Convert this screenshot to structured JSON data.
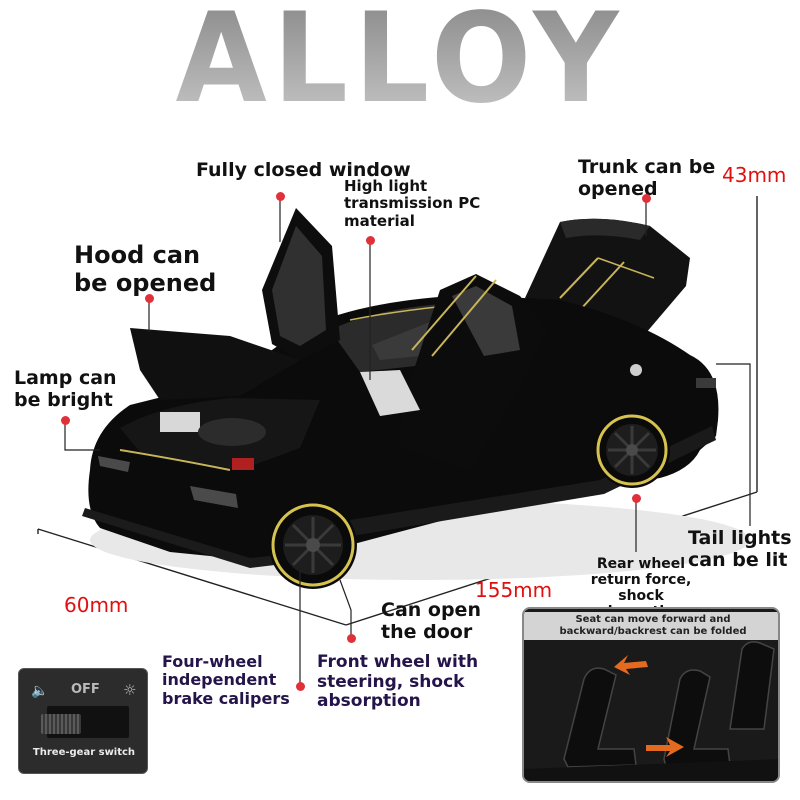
{
  "banner": {
    "title": "ALLOY MODEL"
  },
  "callouts": {
    "window": "Fully closed window",
    "pc_material": "High light transmission PC material",
    "trunk": "Trunk can be opened",
    "hood": "Hood can be opened",
    "lamp": "Lamp can be bright",
    "tail_lights": "Tail lights can be lit",
    "rear_wheel": "Rear wheel return force, shock absorption",
    "door": "Can open the door",
    "brakes": "Four-wheel independent brake calipers",
    "front_wheel": "Front wheel with steering, shock absorption"
  },
  "dimensions": {
    "height": "43mm",
    "length": "155mm",
    "width": "60mm"
  },
  "switch": {
    "off_label": "OFF",
    "caption": "Three-gear switch"
  },
  "seat_inset": {
    "caption": "Seat can move forward and backward/backrest can be folded"
  },
  "colors": {
    "accent_red": "#e01010",
    "dot_red": "#e0303a",
    "car_body": "#0b0b0b",
    "stripe_gold": "#c8b45a"
  }
}
